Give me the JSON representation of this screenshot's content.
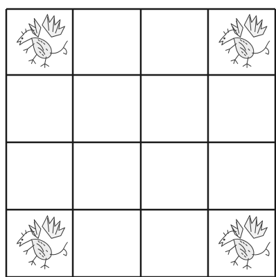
{
  "board": {
    "rows": 4,
    "cols": 4,
    "line_color": "#1a1a1a",
    "cell_color": "#ffffff",
    "piece_color": "#3a3a3a",
    "cells": [
      [
        "dragon",
        "empty",
        "empty",
        "dragon"
      ],
      [
        "empty",
        "empty",
        "empty",
        "empty"
      ],
      [
        "empty",
        "empty",
        "empty",
        "empty"
      ],
      [
        "dragon",
        "empty",
        "empty",
        "dragon"
      ]
    ]
  }
}
